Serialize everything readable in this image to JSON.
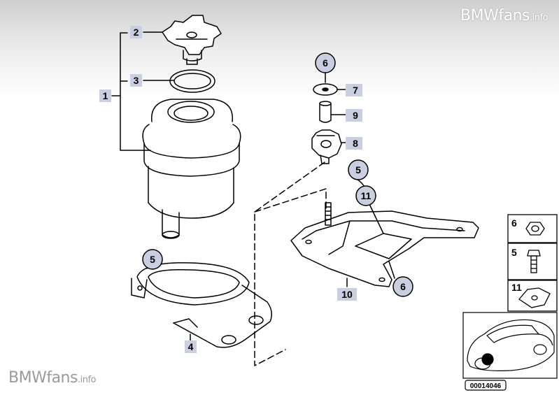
{
  "watermark": {
    "brand": "BMWfans",
    "suffix": ".info"
  },
  "callouts": {
    "c1": "1",
    "c2": "2",
    "c3": "3",
    "c4": "4",
    "c5a": "5",
    "c5b": "5",
    "c6a": "6",
    "c6b": "6",
    "c7": "7",
    "c8": "8",
    "c9": "9",
    "c10": "10",
    "c11": "11"
  },
  "legend": {
    "l6": "6",
    "l5": "5",
    "l11": "11"
  },
  "diagram_id": "00014046",
  "colors": {
    "label_fill": "#c9cfe0",
    "outline": "#000000",
    "watermark": "#9a9a9a"
  }
}
